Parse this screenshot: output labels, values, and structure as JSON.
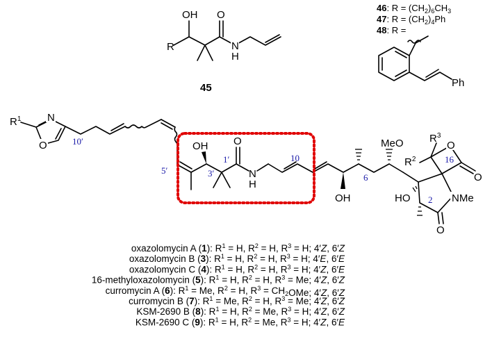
{
  "compound45": {
    "oh": "OH",
    "r": "R",
    "o": "O",
    "n": "N",
    "h": "H",
    "label": "45"
  },
  "rgroups": {
    "r46_num": "46",
    "r46_text": ": R = (CH",
    "r46_sub1": "2",
    "r46_text2": ")",
    "r46_sub2": "6",
    "r46_text3": "CH",
    "r46_sub3": "3",
    "r47_num": "47",
    "r47_text": ": R = (CH",
    "r47_sub1": "2",
    "r47_text2": ")",
    "r47_sub2": "4",
    "r47_text3": "Ph",
    "r48_num": "48",
    "r48_text": ": R =",
    "ph": "Ph"
  },
  "main": {
    "n_oxazole": "N",
    "o_oxazole": "O",
    "r1": "R",
    "r1_sup": "1",
    "oh_3": "OH",
    "o_amide": "O",
    "n_amide": "N",
    "h_amide": "H",
    "oh_7": "OH",
    "meo": "MeO",
    "r3": "R",
    "r3_sup": "3",
    "r2": "R",
    "r2_sup": "2",
    "o_lactone_ring": "O",
    "o_lactone": "O",
    "ho": "HO",
    "nme": "NMe",
    "o_lactam": "O",
    "locants": {
      "c10p": "10′",
      "c5p": "5′",
      "c3p": "3′",
      "c1p": "1′",
      "c10": "10",
      "c6": "6",
      "c16": "16",
      "c2": "2"
    }
  },
  "compound_list": [
    {
      "name": "oxazolomycin A",
      "num": "1",
      "r1": "H",
      "r2": "H",
      "r3": "H",
      "g1": "4′",
      "c1": "Z",
      "g2": "6′",
      "c2": "Z"
    },
    {
      "name": "oxazolomycin B",
      "num": "3",
      "r1": "H",
      "r2": "H",
      "r3": "H",
      "g1": "4′",
      "c1": "E",
      "g2": "6′",
      "c2": "E"
    },
    {
      "name": "oxazolomycin C",
      "num": "4",
      "r1": "H",
      "r2": "H",
      "r3": "H",
      "g1": "4′",
      "c1": "Z",
      "g2": "6′",
      "c2": "E"
    },
    {
      "name": "16-methyloxazolomycin",
      "num": "5",
      "r1": "H",
      "r2": "H",
      "r3": "Me",
      "g1": "4′",
      "c1": "Z",
      "g2": "6′",
      "c2": "Z"
    },
    {
      "name": "curromycin A",
      "num": "6",
      "r1": "Me",
      "r2": "H",
      "r3": "CH2OMe",
      "g1": "4′",
      "c1": "Z",
      "g2": "6′",
      "c2": "Z"
    },
    {
      "name": "curromycin B",
      "num": "7",
      "r1": "Me",
      "r2": "H",
      "r3": "Me",
      "g1": "4′",
      "c1": "Z",
      "g2": "6′",
      "c2": "Z"
    },
    {
      "name": "KSM-2690 B",
      "num": "8",
      "r1": "H",
      "r2": "Me",
      "r3": "H",
      "g1": "4′",
      "c1": "Z",
      "g2": "6′",
      "c2": "Z"
    },
    {
      "name": "KSM-2690 C",
      "num": "9",
      "r1": "H",
      "r2": "Me",
      "r3": "H",
      "g1": "4′",
      "c1": "Z",
      "g2": "6′",
      "c2": "E"
    }
  ],
  "colors": {
    "highlight": "#e00000",
    "locant": "#1a1aa8"
  }
}
